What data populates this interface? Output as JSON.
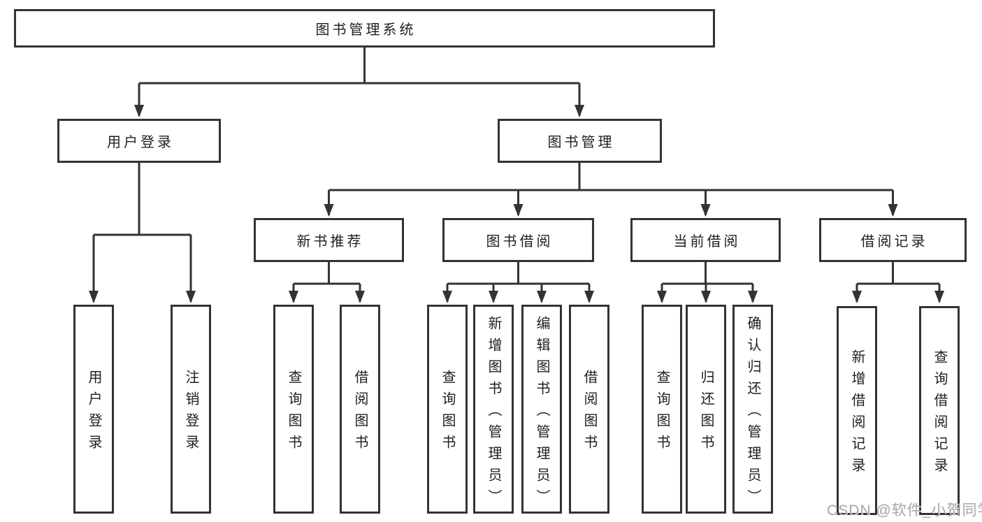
{
  "diagram_title": "图书管理系统",
  "nodes": {
    "root": "图书管理系统",
    "user_login": "用户登录",
    "book_mgmt": "图书管理",
    "new_books": "新书推荐",
    "book_borrow": "图书借阅",
    "current_borrow": "当前借阅",
    "borrow_records": "借阅记录",
    "leaf_login": "用户登录",
    "leaf_logout": "注销登录",
    "leaf_nb_query": "查询图书",
    "leaf_nb_borrow": "借阅图书",
    "leaf_bb_query": "查询图书",
    "leaf_bb_add": "新增图书（管理员）",
    "leaf_bb_edit": "编辑图书（管理员）",
    "leaf_bb_borrow": "借阅图书",
    "leaf_cb_query": "查询图书",
    "leaf_cb_return": "归还图书",
    "leaf_cb_confirm": "确认归还（管理员）",
    "leaf_br_add": "新增借阅记录",
    "leaf_br_query": "查询借阅记录"
  },
  "watermark": "CSDN @软件_小贺同学",
  "colors": {
    "line": "#333333",
    "text": "#1f1f1f",
    "background": "#ffffff",
    "watermark": "#9c9c9c"
  }
}
